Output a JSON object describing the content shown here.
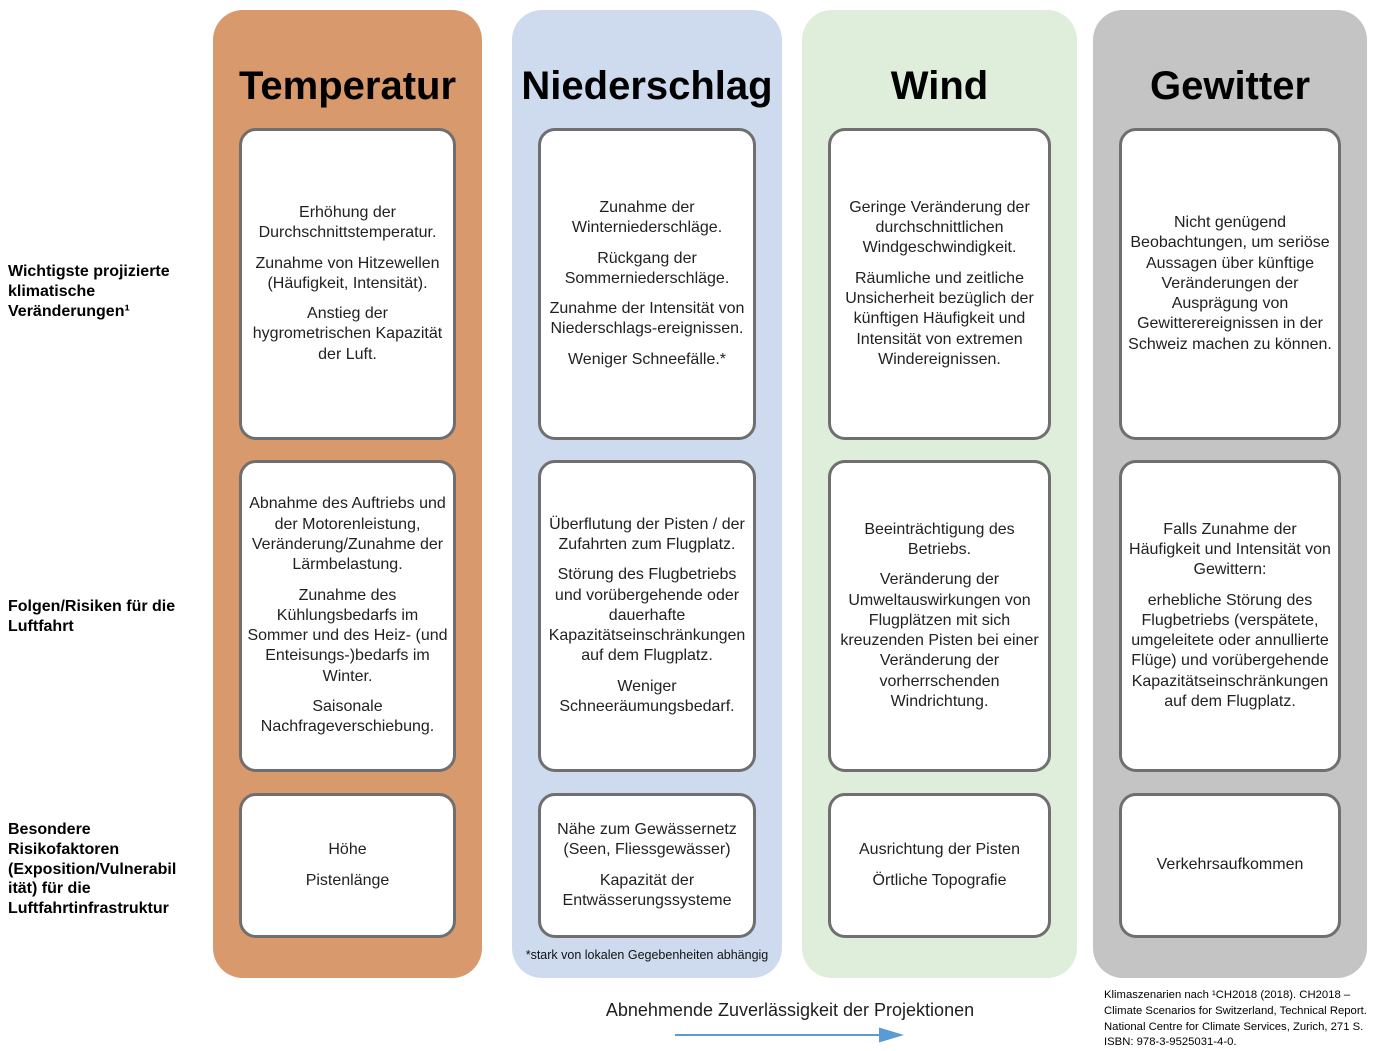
{
  "row_labels": [
    {
      "lines": [
        "Wichtigste projizierte",
        "klimatische",
        "Veränderungen¹"
      ]
    },
    {
      "lines": [
        "Folgen/Risiken für die",
        "Luftfahrt"
      ]
    },
    {
      "lines": [
        "Besondere",
        "Risikofaktoren",
        "(Exposition/Vulnerabil",
        "ität) für die",
        "Luftfahrtinfrastruktur"
      ]
    }
  ],
  "columns": [
    {
      "title": "Temperatur",
      "color": "#D8996D",
      "cards": [
        {
          "paragraphs": [
            "Erhöhung der Durchschnittstemperatur.",
            "Zunahme von Hitzewellen (Häufigkeit, Intensität).",
            "Anstieg der hygrometrischen Kapazität der Luft."
          ]
        },
        {
          "paragraphs": [
            "Abnahme des Auftriebs und der Motorenleistung, Veränderung/Zunahme der Lärmbelastung.",
            "Zunahme des Kühlungsbedarfs im Sommer und des Heiz- (und Enteisungs-)bedarfs im Winter.",
            "Saisonale Nachfrageverschiebung."
          ]
        },
        {
          "paragraphs": [
            "Höhe",
            "Pistenlänge"
          ]
        }
      ]
    },
    {
      "title": "Niederschlag",
      "color": "#CEDBEE",
      "footnote": "*stark von lokalen Gegebenheiten abhängig",
      "cards": [
        {
          "paragraphs": [
            "Zunahme der Winterniederschläge.",
            "Rückgang der Sommerniederschläge.",
            "Zunahme der Intensität von Niederschlags-ereignissen.",
            "Weniger Schneefälle.*"
          ]
        },
        {
          "paragraphs": [
            "Überflutung der Pisten / der Zufahrten zum Flugplatz.",
            "Störung des Flugbetriebs und vorübergehende oder dauerhafte Kapazitätseinschränkungen auf dem Flugplatz.",
            "Weniger Schneeräumungsbedarf."
          ]
        },
        {
          "paragraphs": [
            "Nähe zum Gewässernetz (Seen, Fliessgewässer)",
            "Kapazität der Entwässerungssysteme"
          ]
        }
      ]
    },
    {
      "title": "Wind",
      "color": "#DFEEDA",
      "cards": [
        {
          "paragraphs": [
            "Geringe Veränderung der durchschnittlichen Windgeschwindigkeit.",
            "Räumliche und zeitliche Unsicherheit bezüglich der künftigen Häufigkeit und Intensität von extremen Windereignissen."
          ]
        },
        {
          "paragraphs": [
            "Beeinträchtigung des Betriebs.",
            "Veränderung der Umweltauswirkungen von Flugplätzen mit sich kreuzenden Pisten bei einer Veränderung der vorherrschenden Windrichtung."
          ]
        },
        {
          "paragraphs": [
            "Ausrichtung der Pisten",
            "Örtliche Topografie"
          ]
        }
      ]
    },
    {
      "title": "Gewitter",
      "color": "#C4C4C4",
      "cards": [
        {
          "paragraphs": [
            "Nicht genügend Beobachtungen, um seriöse Aussagen über künftige Veränderungen der Ausprägung von Gewitterereignissen in der Schweiz machen zu können."
          ]
        },
        {
          "paragraphs": [
            "Falls Zunahme der Häufigkeit und Intensität von Gewittern:",
            "erhebliche Störung des Flugbetriebs (verspätete, umgeleitete oder annullierte Flüge) und vorübergehende Kapazitätseinschränkungen auf dem Flugplatz."
          ]
        },
        {
          "paragraphs": [
            "Verkehrsaufkommen"
          ]
        }
      ]
    }
  ],
  "footer": {
    "arrow_label": "Abnehmende Zuverlässigkeit der Projektionen",
    "arrow_color": "#5B9BD5"
  },
  "source_note": "Klimaszenarien nach ¹CH2018 (2018). CH2018 – Climate Scenarios for Switzerland, Technical Report. National Centre for Climate Services, Zurich, 271 S. ISBN: 978-3-9525031-4-0.",
  "card_border_color": "#6F6F6F"
}
